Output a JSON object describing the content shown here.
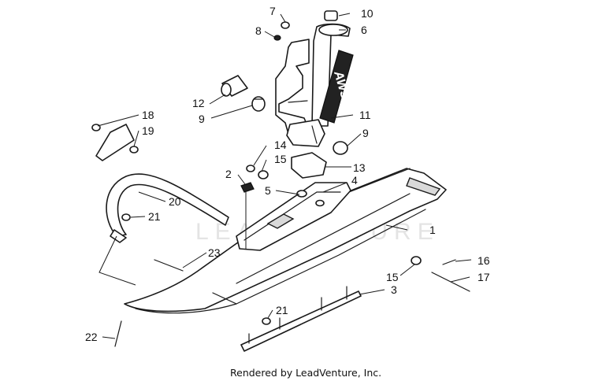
{
  "diagram": {
    "watermark": "LEADVENTURE",
    "footer": "Rendered by LeadVenture, Inc.",
    "decal_text": "AWS",
    "callouts": [
      "1",
      "2",
      "3",
      "4",
      "5",
      "6",
      "7",
      "8",
      "9",
      "9",
      "10",
      "11",
      "12",
      "13",
      "14",
      "15",
      "15",
      "16",
      "17",
      "18",
      "19",
      "20",
      "21",
      "21",
      "22",
      "23"
    ]
  }
}
